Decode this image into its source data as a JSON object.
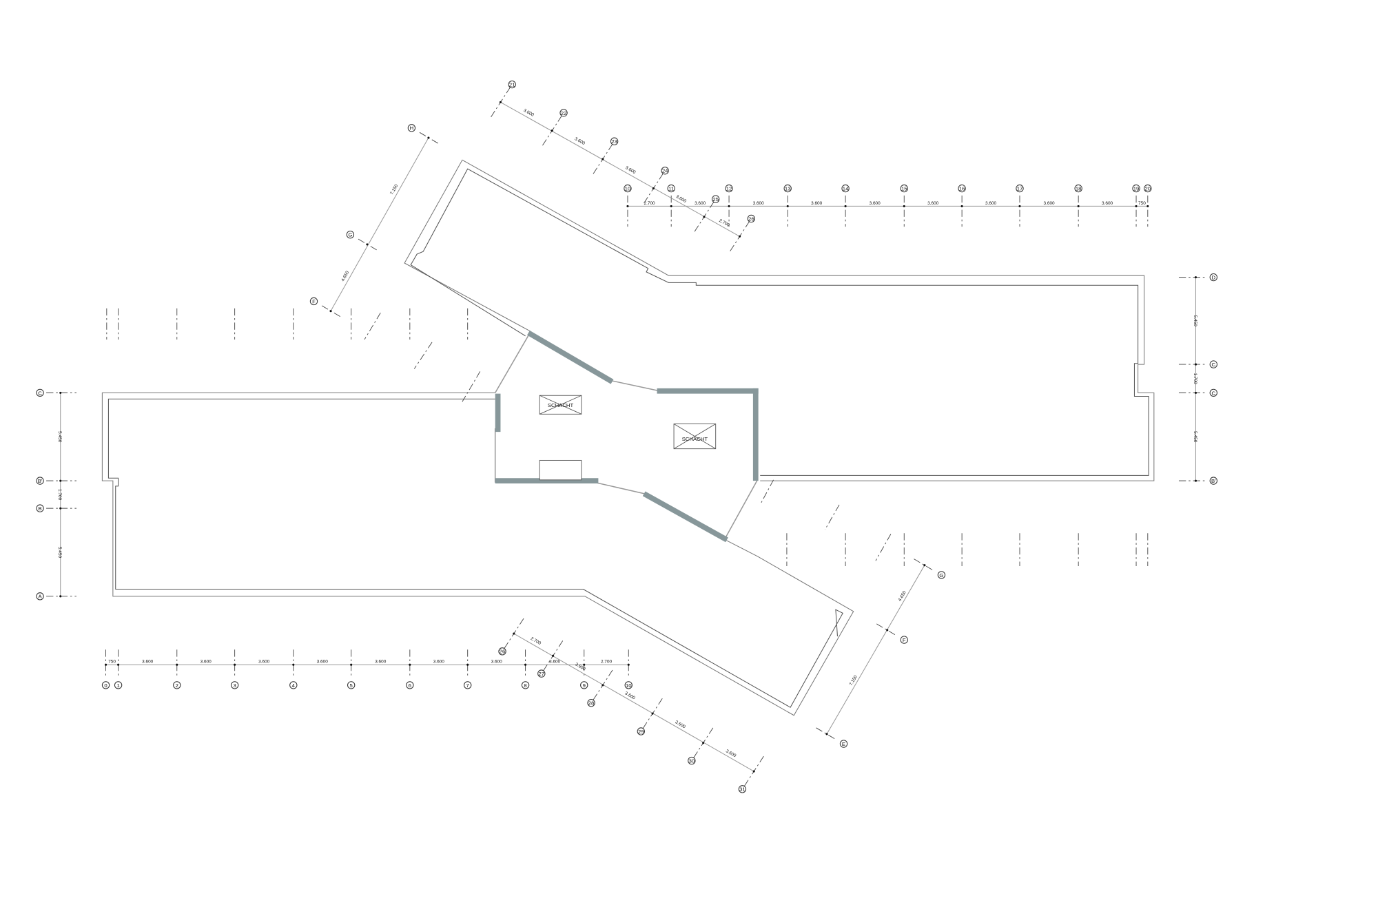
{
  "grid": {
    "bottom": {
      "axes": [
        "0",
        "1",
        "2",
        "3",
        "4",
        "5",
        "6",
        "7",
        "8",
        "9",
        "10"
      ],
      "dims": [
        "750",
        "3.600",
        "3.600",
        "3.600",
        "3.600",
        "3.600",
        "3.600",
        "3.600",
        "3.600",
        "2.700"
      ]
    },
    "top": {
      "axes": [
        "10",
        "11",
        "12",
        "13",
        "14",
        "15",
        "16",
        "17",
        "18",
        "19",
        "20"
      ],
      "dims": [
        "2.700",
        "3.600",
        "3.600",
        "3.600",
        "3.600",
        "3.600",
        "3.600",
        "3.600",
        "3.600",
        "750"
      ]
    },
    "diag_top": {
      "axes": [
        "21",
        "22",
        "23",
        "24",
        "25",
        "26"
      ],
      "dims": [
        "3.600",
        "3.600",
        "3.600",
        "3.600",
        "2.700"
      ]
    },
    "diag_bottom": {
      "axes": [
        "26",
        "27",
        "28",
        "29",
        "30",
        "31"
      ],
      "dims": [
        "2.700",
        "3.600",
        "3.600",
        "3.600",
        "3.600"
      ]
    },
    "left": {
      "axes": [
        "C",
        "B'",
        "B",
        "A"
      ],
      "dims": [
        "5.450",
        "1.700",
        "5.450"
      ]
    },
    "right": {
      "axes": [
        "D",
        "C",
        "C",
        "B'"
      ],
      "dims": [
        "5.450",
        "1.700",
        "5.450"
      ]
    },
    "nw": {
      "axes": [
        "H",
        "G",
        "F"
      ],
      "dims": [
        "7.150",
        "4.650"
      ]
    },
    "se": {
      "axes": [
        "G",
        "F",
        "E"
      ],
      "dims": [
        "4.650",
        "7.150"
      ]
    }
  },
  "rooms": {
    "shaft_1": "SCHACHT",
    "shaft_2": "SCHACHT"
  },
  "colors": {
    "wall": "#87979a",
    "outline": "#777777"
  }
}
